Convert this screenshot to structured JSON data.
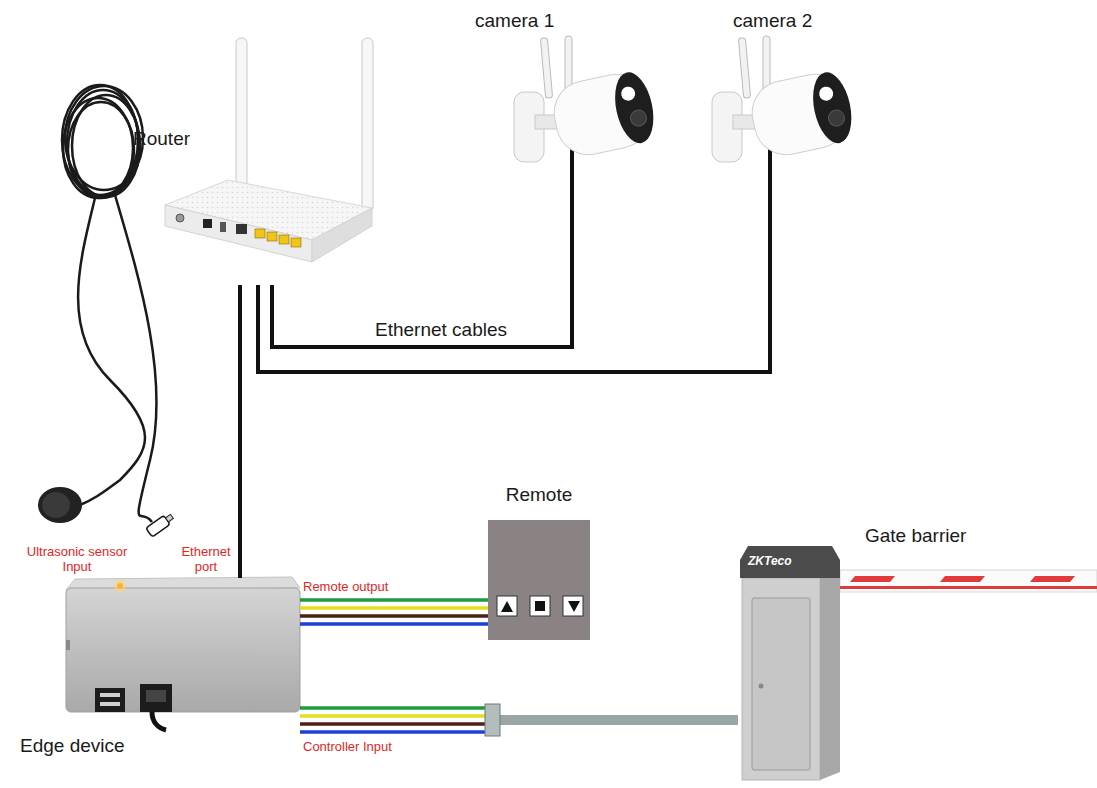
{
  "diagram": {
    "nodes": [
      {
        "text": [
          "Router"
        ]
      },
      {
        "text": [
          "camera 1"
        ]
      },
      {
        "text": [
          "camera 2"
        ]
      },
      {
        "text": [
          "Remote"
        ]
      },
      {
        "text": [
          "Gate barrier"
        ]
      },
      {
        "text": [
          "Edge device"
        ]
      }
    ],
    "edges": [
      {
        "from": 0,
        "to": 1,
        "label": "Ethernet cables",
        "arrow": "none"
      },
      {
        "from": 0,
        "to": 2,
        "arrow": "none"
      },
      {
        "from": 0,
        "to": 5,
        "arrow": "none"
      },
      {
        "from": 5,
        "to": 3,
        "arrow": "none"
      },
      {
        "from": 5,
        "to": 4,
        "arrow": "none"
      }
    ],
    "labels": [
      "Ultrasonic sensor Input",
      "Ethernet port",
      "Remote output",
      "Controller Input",
      "ZKTeco"
    ]
  }
}
